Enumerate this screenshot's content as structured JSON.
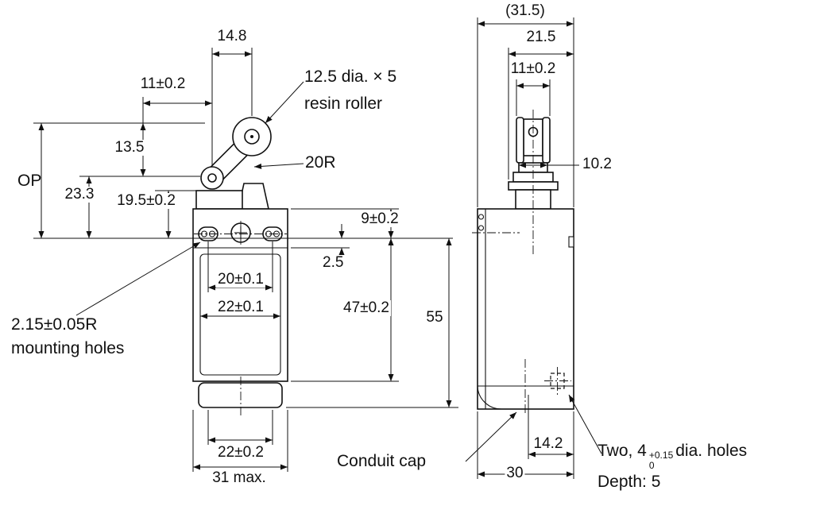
{
  "colors": {
    "line": "#111111",
    "background": "#ffffff"
  },
  "labels": {
    "dim_31_5": "(31.5)",
    "dim_21_5": "21.5",
    "dim_11_right": "11±0.2",
    "dim_14_8": "14.8",
    "dim_11_left": "11±0.2",
    "roller_line1": "12.5 dia. × 5",
    "roller_line2": "resin roller",
    "dim_13_5": "13.5",
    "radius_20r": "20R",
    "op": "OP",
    "dim_23_3": "23.3",
    "dim_19_5": "19.5±0.2",
    "dim_10_2": "10.2",
    "dim_9": "9±0.2",
    "dim_2_5": "2.5",
    "dim_20": "20±0.1",
    "dim_22_inner": "22±0.1",
    "dim_47": "47±0.2",
    "dim_55": "55",
    "mounting_line1": "2.15±0.05R",
    "mounting_line2": "mounting holes",
    "dim_22_bottom": "22±0.2",
    "dim_31_max": "31 max.",
    "conduit_cap": "Conduit cap",
    "dim_14_2": "14.2",
    "dim_30": "30",
    "holes_prefix": "Two, 4",
    "holes_tol_upper": "+0.15",
    "holes_tol_lower": "0",
    "holes_suffix": "dia. holes",
    "holes_depth": "Depth: 5"
  }
}
